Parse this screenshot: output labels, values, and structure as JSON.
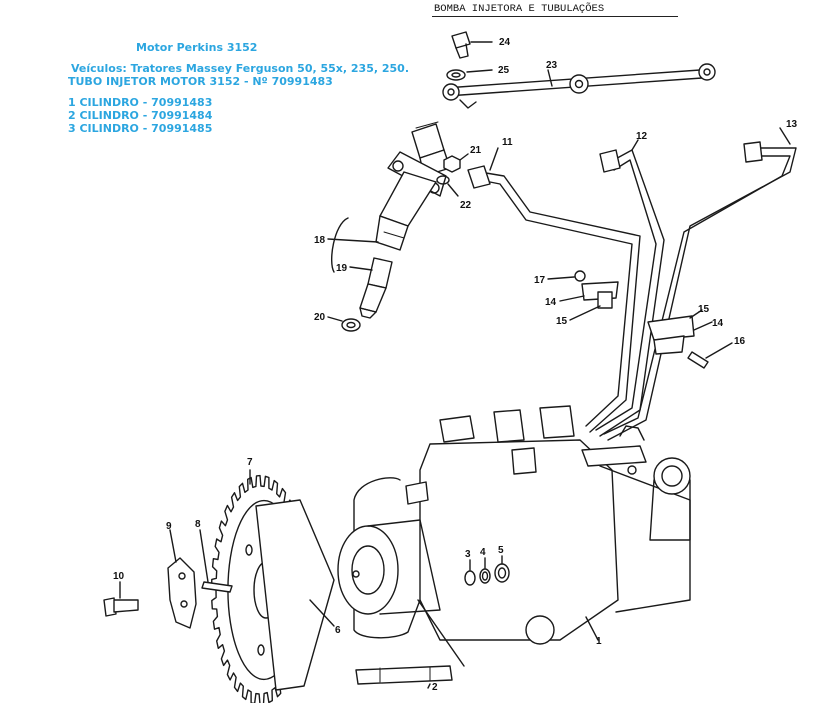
{
  "diagram_title": "BOMBA INJETORA E TUBULAÇÕES",
  "info": {
    "engine": "Motor Perkins 3152",
    "vehicles": "Veículos: Tratores Massey Ferguson 50, 55x, 235, 250.",
    "tube": "TUBO INJETOR MOTOR 3152 - Nº 70991483",
    "cyl1": "1 CILINDRO - 70991483",
    "cyl2": "2 CILINDRO - 70991484",
    "cyl3": "3 CILINDRO - 70991485"
  },
  "callouts": {
    "c1": "1",
    "c2": "2",
    "c3": "3",
    "c4": "4",
    "c5": "5",
    "c6": "6",
    "c7": "7",
    "c8": "8",
    "c9": "9",
    "c10": "10",
    "c11": "11",
    "c12": "12",
    "c13": "13",
    "c14a": "14",
    "c14b": "14",
    "c15a": "15",
    "c15b": "15",
    "c16": "16",
    "c17": "17",
    "c18": "18",
    "c19": "19",
    "c20": "20",
    "c21": "21",
    "c22": "22",
    "c23": "23",
    "c24": "24",
    "c25": "25"
  }
}
